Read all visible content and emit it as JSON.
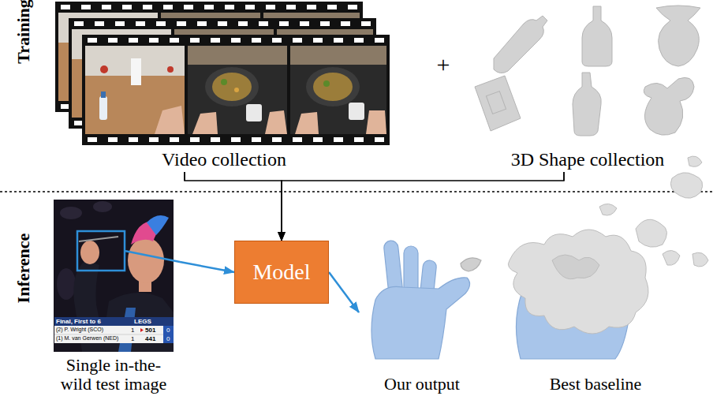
{
  "diagram": {
    "nodes": [
      {
        "text": [
          "Video collection"
        ]
      },
      {
        "text": [
          "3D Shape collection"
        ]
      },
      {
        "text": [
          "Single in-the-wild test image"
        ]
      },
      {
        "text": [
          "Model"
        ]
      },
      {
        "text": [
          "Our output"
        ]
      },
      {
        "text": [
          "Best baseline"
        ]
      }
    ],
    "edges": [
      {
        "from": 0,
        "to": 3,
        "arrow": "to"
      },
      {
        "from": 1,
        "to": 3,
        "arrow": "to"
      },
      {
        "from": 2,
        "to": 3,
        "arrow": "to"
      },
      {
        "from": 3,
        "to": 4,
        "arrow": "to"
      }
    ],
    "labels": [
      "Training",
      "+",
      "Inference",
      "Final, First to 6",
      "LEGS",
      "(2) P. Wright (SCO)",
      "1",
      "501",
      "0",
      "(1) M. van Gerwen (NED)",
      "1",
      "441",
      "0"
    ]
  }
}
